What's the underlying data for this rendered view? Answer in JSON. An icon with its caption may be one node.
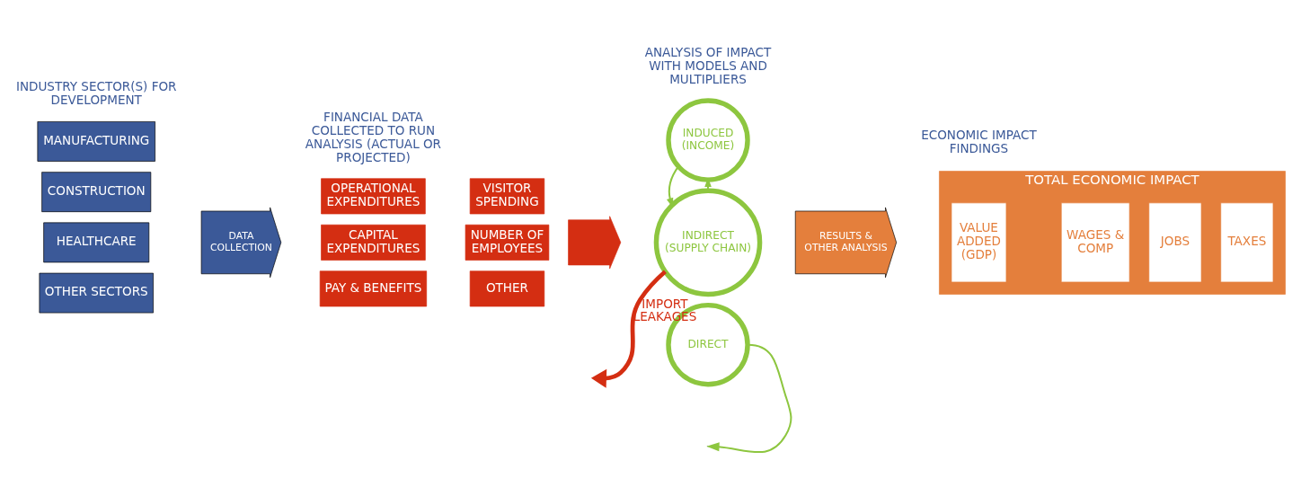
{
  "diagram": {
    "nodes": [
      {
        "text": [
          "MANUFACTURING"
        ]
      },
      {
        "text": [
          "CONSTRUCTION"
        ]
      },
      {
        "text": [
          "HEALTHCARE"
        ]
      },
      {
        "text": [
          "OTHER SECTORS"
        ]
      },
      {
        "text": [
          "DATA COLLECTION"
        ]
      },
      {
        "text": [
          "OPERATIONAL EXPENDITURES"
        ]
      },
      {
        "text": [
          "VISITOR SPENDING"
        ]
      },
      {
        "text": [
          "CAPITAL EXPENDITURES"
        ]
      },
      {
        "text": [
          "NUMBER OF EMPLOYEES"
        ]
      },
      {
        "text": [
          "PAY & BENEFITS"
        ]
      },
      {
        "text": [
          "OTHER"
        ]
      },
      {
        "text": [],
        "shape": "arrow"
      },
      {
        "text": [
          "INDUCED (INCOME)"
        ]
      },
      {
        "text": [
          "INDIRECT (SUPPLY CHAIN)"
        ]
      },
      {
        "text": [
          "DIRECT"
        ]
      },
      {
        "text": [
          "RESULTS & OTHER ANALYSIS"
        ]
      },
      {
        "text": [
          "TOTAL ECONOMIC IMPACT"
        ]
      },
      {
        "text": [
          "VALUE ADDED (GDP)"
        ],
        "in": 16
      },
      {
        "text": [
          "WAGES & COMP"
        ],
        "in": 16
      },
      {
        "text": [
          "JOBS"
        ],
        "in": 16
      },
      {
        "text": [
          "TAXES"
        ],
        "in": 16
      }
    ],
    "edges": [
      {
        "from": 13,
        "to": 12,
        "arrow": "to",
        "color": "#8dc63f"
      },
      {
        "from": 12,
        "to": 13,
        "arrow": "to",
        "color": "#8dc63f"
      },
      {
        "from": 14,
        "to": null,
        "arrow": "to",
        "color": "#8dc63f"
      },
      {
        "from": 13,
        "to": null,
        "arrow": "to",
        "label": "IMPORT LEAKAGES",
        "style": "thick",
        "color": "#d42e12"
      }
    ],
    "labels": [
      "INDUSTRY SECTOR(S) FOR DEVELOPMENT",
      "FINANCIAL DATA COLLECTED TO RUN ANALYSIS (ACTUAL OR PROJECTED)",
      "ANALYSIS OF IMPACT WITH MODELS AND MULTIPLIERS",
      "ECONOMIC IMPACT FINDINGS"
    ]
  }
}
